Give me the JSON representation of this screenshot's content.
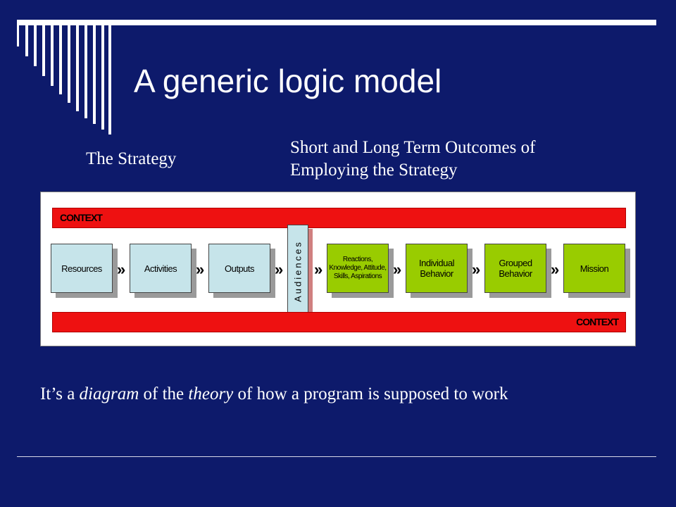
{
  "slide": {
    "title": "A generic logic model",
    "strategy_label": "The Strategy",
    "outcomes_label_line1": "Short and Long Term Outcomes of",
    "outcomes_label_line2": "Employing the Strategy",
    "caption": {
      "part1": "It’s a ",
      "emph1": "diagram",
      "part2": " of  the ",
      "emph2": "theory",
      "part3": " of how a program is supposed to work"
    }
  },
  "diagram": {
    "context_top": "CONTEXT",
    "context_bottom": "CONTEXT",
    "audience": "Audiences",
    "chevron": "»",
    "boxes": [
      {
        "label": "Resources",
        "color": "#c6e4ea"
      },
      {
        "label": "Activities",
        "color": "#c6e4ea"
      },
      {
        "label": "Outputs",
        "color": "#c6e4ea"
      },
      {
        "label": "Reactions, Knowledge, Attitude, Skills, Aspirations",
        "color": "#99cc00"
      },
      {
        "label": "Individual Behavior",
        "color": "#99cc00"
      },
      {
        "label": "Grouped Behavior",
        "color": "#99cc00"
      },
      {
        "label": "Mission",
        "color": "#99cc00"
      }
    ]
  },
  "theme": {
    "background": "#0d1a6b",
    "context_red": "#ee1111",
    "input_box": "#c6e4ea",
    "outcome_box": "#99cc00"
  }
}
